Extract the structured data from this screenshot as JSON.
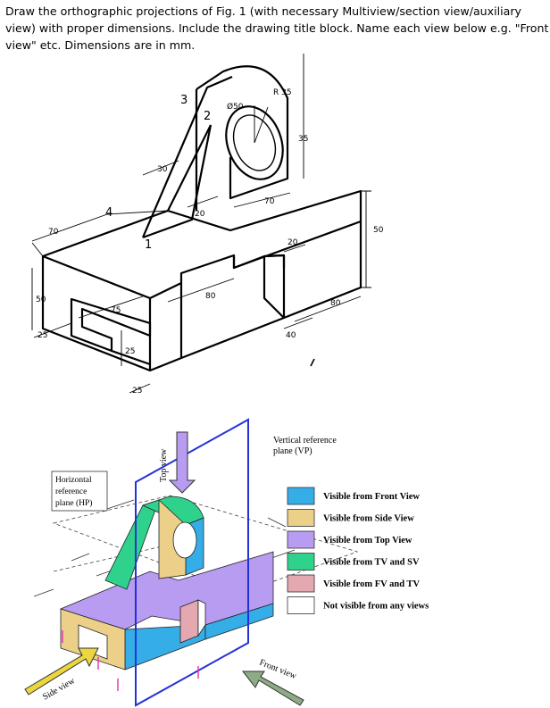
{
  "instructions": {
    "line1": "Draw the orthographic projections of Fig. 1 (with necessary Multiview/section view/auxiliary",
    "line2": "view) with proper dimensions. Include the drawing title block. Name each view below e.g. \"Front",
    "line3": "view\" etc. Dimensions are in mm."
  },
  "figure1": {
    "dimensions": {
      "d70_left": "70",
      "d30": "30",
      "d20_slot": "20",
      "d70_right": "70",
      "d50_right": "50",
      "d20_v": "20",
      "d80_mid": "80",
      "d80_right": "80",
      "d40": "40",
      "d75": "75",
      "d50_left": "50",
      "d25_left": "25",
      "d25_mid": "25",
      "d25_bottom": "25",
      "r35": "R 35",
      "dia50": "Ø50",
      "d35": "35"
    },
    "callouts": {
      "c1": "1",
      "c2": "2",
      "c3": "3",
      "c4": "4"
    }
  },
  "pictorial": {
    "vp_label_line1": "Vertical reference",
    "vp_label_line2": "plane (VP)",
    "hp_label_line1": "Horizontal",
    "hp_label_line2": "reference",
    "hp_label_line3": "plane (HP)",
    "top_view_label": "Top view",
    "front_view_label": "Front view",
    "side_view_label": "Side view"
  },
  "legend": [
    {
      "label": "Visible from Front View",
      "color": "#35aee8"
    },
    {
      "label": "Visible from Side View",
      "color": "#ecd089"
    },
    {
      "label": "Visible from Top View",
      "color": "#b79cf2"
    },
    {
      "label": "Visible from TV and SV",
      "color": "#2fd28d"
    },
    {
      "label": "Visible from FV and TV",
      "color": "#e3a8b0"
    },
    {
      "label": "Not visible from any views",
      "color": "#ffffff"
    }
  ]
}
